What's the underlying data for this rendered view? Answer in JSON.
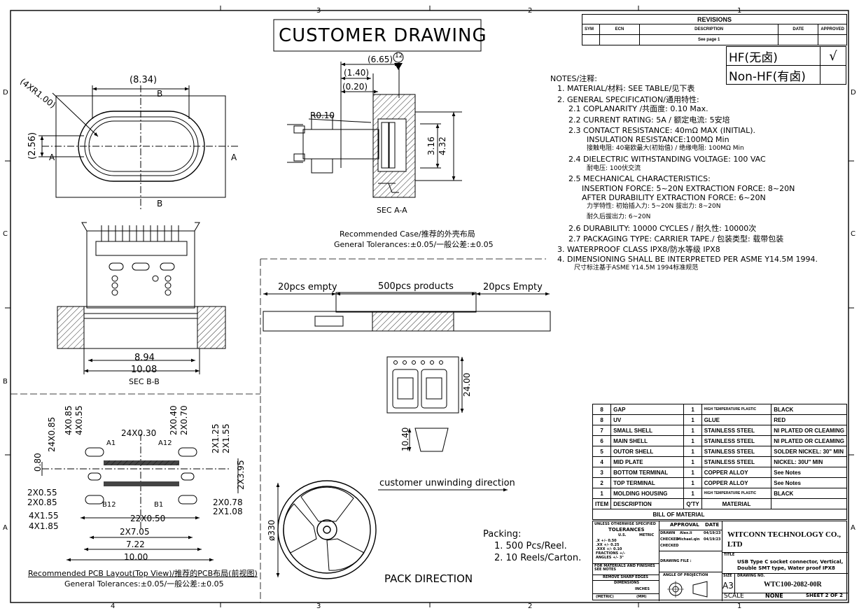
{
  "border": {
    "zones_top": [
      "3",
      "2",
      "1"
    ],
    "zones_bottom": [
      "4",
      "3",
      "2",
      "1"
    ],
    "zones_left": [
      "D",
      "C",
      "B",
      "A"
    ],
    "zones_right": [
      "D",
      "C",
      "A"
    ]
  },
  "title": "CUSTOMER DRAWING",
  "revisions": {
    "title": "REVISIONS",
    "headers": [
      "SYM",
      "ECN",
      "DESCRIPTION",
      "DATE",
      "APPROVED"
    ],
    "row": [
      "",
      "",
      "See page 1",
      "",
      ""
    ]
  },
  "hf": {
    "hf_label": "HF(无卤)",
    "hf_mark": "√",
    "nonhf_label": "Non-HF(有卤)"
  },
  "top_view": {
    "r_label": "(4XR1.00)",
    "width": "(8.34)",
    "height": "(2.56)",
    "sec_b": "B",
    "sec_a": "A"
  },
  "sec_aa": {
    "d1": "(6.65)",
    "balloon": "12",
    "d2": "(1.40)",
    "d3": "(0.20)",
    "r": "R0.10",
    "h1": "3.16",
    "h2": "4.32",
    "caption": "SEC A-A"
  },
  "recommended_case": {
    "line1": "Recommended Case/推荐的外壳布局",
    "line2": "General Tolerances:±0.05/一般公差:±0.05"
  },
  "sec_bb": {
    "d1": "8.94",
    "d2": "10.08",
    "caption": "SEC B-B"
  },
  "pcb": {
    "dims": [
      "24X0.85",
      "4X0.85",
      "4X0.55",
      "24X0.30",
      "2X0.40",
      "2X0.70",
      "2X1.25",
      "2X1.55",
      "0.80",
      "2X3.95",
      "A1",
      "A12",
      "B12",
      "B1",
      "2X0.55",
      "2X0.85",
      "4X1.55",
      "4X1.85",
      "22X0.50",
      "2X7.05",
      "7.22",
      "10.00",
      "2X0.78",
      "2X1.08"
    ],
    "caption1": "Recommended PCB Layout(Top View)/推荐的PCB布局(前视图)",
    "caption2": "General Tolerances:±0.05/一般公差:±0.05"
  },
  "notes": {
    "lines": [
      "NOTES/注释:",
      "1.    MATERIAL/材料: SEE TABLE/见下表",
      "2.    GENERAL SPECIFICATION/通用特性:",
      "2.1 COPLANARITY /共面度: 0.10 Max.",
      "2.2 CURRENT RATING: 5A / 额定电流: 5安培",
      "2.3 CONTACT RESISTANCE: 40mΩ MAX (INITIAL).",
      "INSULATION RESISTANCE:100MΩ Min",
      "接触电阻: 40毫欧最大(初始值) / 绝缘电阻: 100MΩ Min",
      "2.4 DIELECTRIC WITHSTANDING VOLTAGE: 100 VAC",
      "耐电压:  100伏交流",
      "2.5 MECHANICAL CHARACTERISTICS:",
      "INSERTION FORCE: 5~20N EXTRACTION FORCE: 8~20N",
      "AFTER DURABILITY EXTRACTION FORCE: 6~20N",
      "力学特性: 初始插入力: 5~20N 拔出力: 8~20N",
      "耐久后拔出力: 6~20N",
      "2.6 DURABILITY: 10000 CYCLES / 耐久性: 10000次",
      "2.7 PACKAGING TYPE: CARRIER TAPE./ 包装类型: 载带包装",
      "3.    WATERPROOF CLASS IPX8/防水等级 IPX8",
      "4.    DIMENSIONING SHALL BE INTERPRETED PER ASME Y14.5M 1994.",
      "尺寸标注基于ASME Y14.5M 1994标准规范"
    ]
  },
  "tape": {
    "left": "20pcs empty",
    "middle": "500pcs products",
    "right": "20pcs Empty",
    "pitch": "24.00",
    "height": "10.40"
  },
  "reel": {
    "diameter": "ø330",
    "unwind": "customer unwinding direction",
    "pack_dir": "PACK DIRECTION",
    "packing_title": "Packing:",
    "packing": [
      "1. 500 Pcs/Reel.",
      "2. 10 Reels/Carton."
    ]
  },
  "bom": {
    "title": "BILL OF MATERIAL",
    "headers": [
      "ITEM",
      "DESCRIPTION",
      "Q'TY",
      "MATERIAL",
      ""
    ],
    "rows": [
      [
        "8",
        "GAP",
        "1",
        "HIGH TEMPERATURE PLASTIC",
        "BLACK"
      ],
      [
        "8",
        "UV",
        "1",
        "GLUE",
        "RED"
      ],
      [
        "7",
        "SMALL SHELL",
        "1",
        "STAINLESS STEEL",
        "NI PLATED OR CLEAMING"
      ],
      [
        "6",
        "MAIN SHELL",
        "1",
        "STAINLESS STEEL",
        "NI PLATED OR CLEAMING"
      ],
      [
        "5",
        "OUTOR SHELL",
        "1",
        "STAINLESS STEEL",
        "SOLDER NICKEL: 30\" MIN"
      ],
      [
        "4",
        "MID PLATE",
        "1",
        "STAINLESS STEEL",
        "NICKEL: 30U\" MIN"
      ],
      [
        "3",
        "BOTTOM TERMINAL",
        "1",
        "COPPER ALLOY",
        "See Notes"
      ],
      [
        "2",
        "TOP TERMINAL",
        "1",
        "COPPER ALLOY",
        "See Notes"
      ],
      [
        "1",
        "MOLDING HOUSING",
        "1",
        "HIGH TEMPERATURE PLASTIC",
        "BLACK"
      ]
    ]
  },
  "titleblock": {
    "tol_title": "UNLESS OTHERWISE SPECIFIED",
    "tol": "TOLERANCES",
    "us": "U.S.",
    "metric": "METRIC",
    "tol_rows": [
      ".X  +/-  0.50",
      ".XX  +/-  0.25",
      ".XXX  +/-  0.10",
      "FRACTIONS +/-",
      "ANGLES +/-  3°"
    ],
    "finish": "FOR MATERIALS AND FINISHES SEE NOTES",
    "edges": "REMOVE SHARP EDGES",
    "dims": "DIMENSIONS",
    "dims_l": "(METRIC)",
    "dims_r": "(MM)",
    "dims_h": "INCHES",
    "approval": "APPROVAL",
    "date": "DATE",
    "drawn": "DRAWN",
    "drawn_by": "Alex.li",
    "drawn_date": "04/19/23",
    "checked": "CHECKED",
    "checked_by": "Michael.qin",
    "checked_date": "04/19/23",
    "checked2": "CHECKED",
    "company": "WITCONN  TECHNOLOGY CO., LTD",
    "title_label": "TITLE",
    "title_text": "USB Type C socket connector, Vertical, Double SMT type, Water proof IPX8",
    "drawing_file": "DRAWING FILE :",
    "angle": "ANGLE OF PROJECTION",
    "size_label": "SIZE",
    "size": "A3",
    "dwg_no_label": "DRAWING NO.",
    "dwg_no": "WTC100-2082-00R",
    "scale_label": "SCALE",
    "scale": "NONE",
    "sheet": "SHEET  2  OF  2"
  }
}
